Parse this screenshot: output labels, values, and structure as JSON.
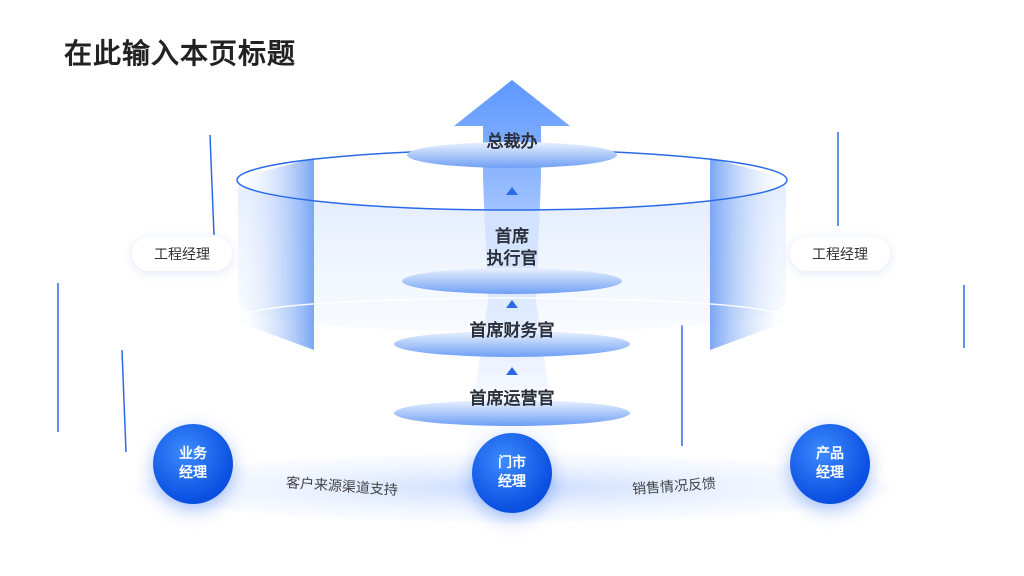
{
  "page": {
    "title": "在此输入本页标题"
  },
  "side_labels": {
    "left": "工程经理",
    "right": "工程经理"
  },
  "hierarchy": {
    "top": "总裁办",
    "ceo_line1": "首席",
    "ceo_line2": "执行官",
    "cfo": "首席财务官",
    "coo": "首席运营官"
  },
  "managers": {
    "business_line1": "业务",
    "business_line2": "经理",
    "store_line1": "门市",
    "store_line2": "经理",
    "product_line1": "产品",
    "product_line2": "经理"
  },
  "flows": {
    "left": "客户来源渠道支持",
    "right": "销售情况反馈"
  },
  "colors": {
    "accent": "#1a5ff0",
    "light": "#cfe0ff",
    "title": "#222222"
  }
}
